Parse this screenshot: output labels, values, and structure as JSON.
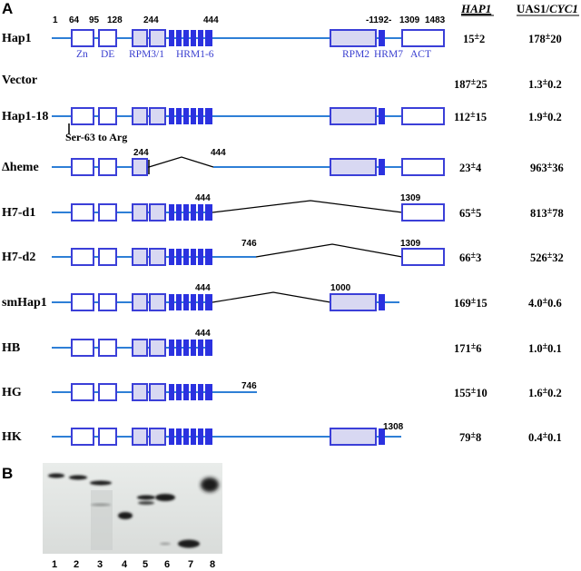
{
  "panel_a": {
    "label": "A",
    "columns": {
      "hap1": "HAP1",
      "uas_prefix": "UAS1/",
      "uas_italic": "CYC1"
    },
    "position_numbers": {
      "n1": "1",
      "n64": "64",
      "n95": "95",
      "n128": "128",
      "n244": "244",
      "n444": "444",
      "n1192": "-1192-",
      "n1309": "1309",
      "n1483": "1483"
    },
    "domain_labels": {
      "zn": "Zn",
      "de": "DE",
      "rpm31": "RPM3/1",
      "hrm16": "HRM1-6",
      "rpm2": "RPM2",
      "hrm7": "HRM7",
      "act": "ACT"
    },
    "constructs": [
      {
        "name": "Hap1",
        "hap1": "15",
        "hap1_err": "2",
        "uas": "178",
        "uas_err": "20"
      },
      {
        "name": "Vector",
        "hap1": "187",
        "hap1_err": "25",
        "uas": "1.3",
        "uas_err": "0.2"
      },
      {
        "name": "Hap1-18",
        "hap1": "112",
        "hap1_err": "15",
        "uas": "1.9",
        "uas_err": "0.2",
        "note": "Ser-63 to Arg"
      },
      {
        "name": "Δheme",
        "hap1": "23",
        "hap1_err": "4",
        "uas": "963",
        "uas_err": "36",
        "n_a": "244",
        "n_b": "444"
      },
      {
        "name": "H7-d1",
        "hap1": "65",
        "hap1_err": "5",
        "uas": "813",
        "uas_err": "78",
        "n_a": "444",
        "n_b": "1309"
      },
      {
        "name": "H7-d2",
        "hap1": "66",
        "hap1_err": "3",
        "uas": "526",
        "uas_err": "32",
        "n_a": "746",
        "n_b": "1309"
      },
      {
        "name": "smHap1",
        "hap1": "169",
        "hap1_err": "15",
        "uas": "4.0",
        "uas_err": "0.6",
        "n_a": "444",
        "n_b": "1000"
      },
      {
        "name": "HB",
        "hap1": "171",
        "hap1_err": "6",
        "uas": "1.0",
        "uas_err": "0.1",
        "n_a": "444"
      },
      {
        "name": "HG",
        "hap1": "155",
        "hap1_err": "10",
        "uas": "1.6",
        "uas_err": "0.2",
        "n_a": "746"
      },
      {
        "name": "HK",
        "hap1": "79",
        "hap1_err": "8",
        "uas": "0.4",
        "uas_err": "0.1",
        "n_a": "1308"
      }
    ]
  },
  "panel_b": {
    "label": "B",
    "lanes": [
      "1",
      "2",
      "3",
      "4",
      "5",
      "6",
      "7",
      "8"
    ]
  },
  "colors": {
    "line": "#2e7fd6",
    "box": "#3b3fd8",
    "box_fill_light": "#d8d8f2",
    "hrm_fill": "#2b32e0",
    "label_blue": "#3a3fd0"
  }
}
